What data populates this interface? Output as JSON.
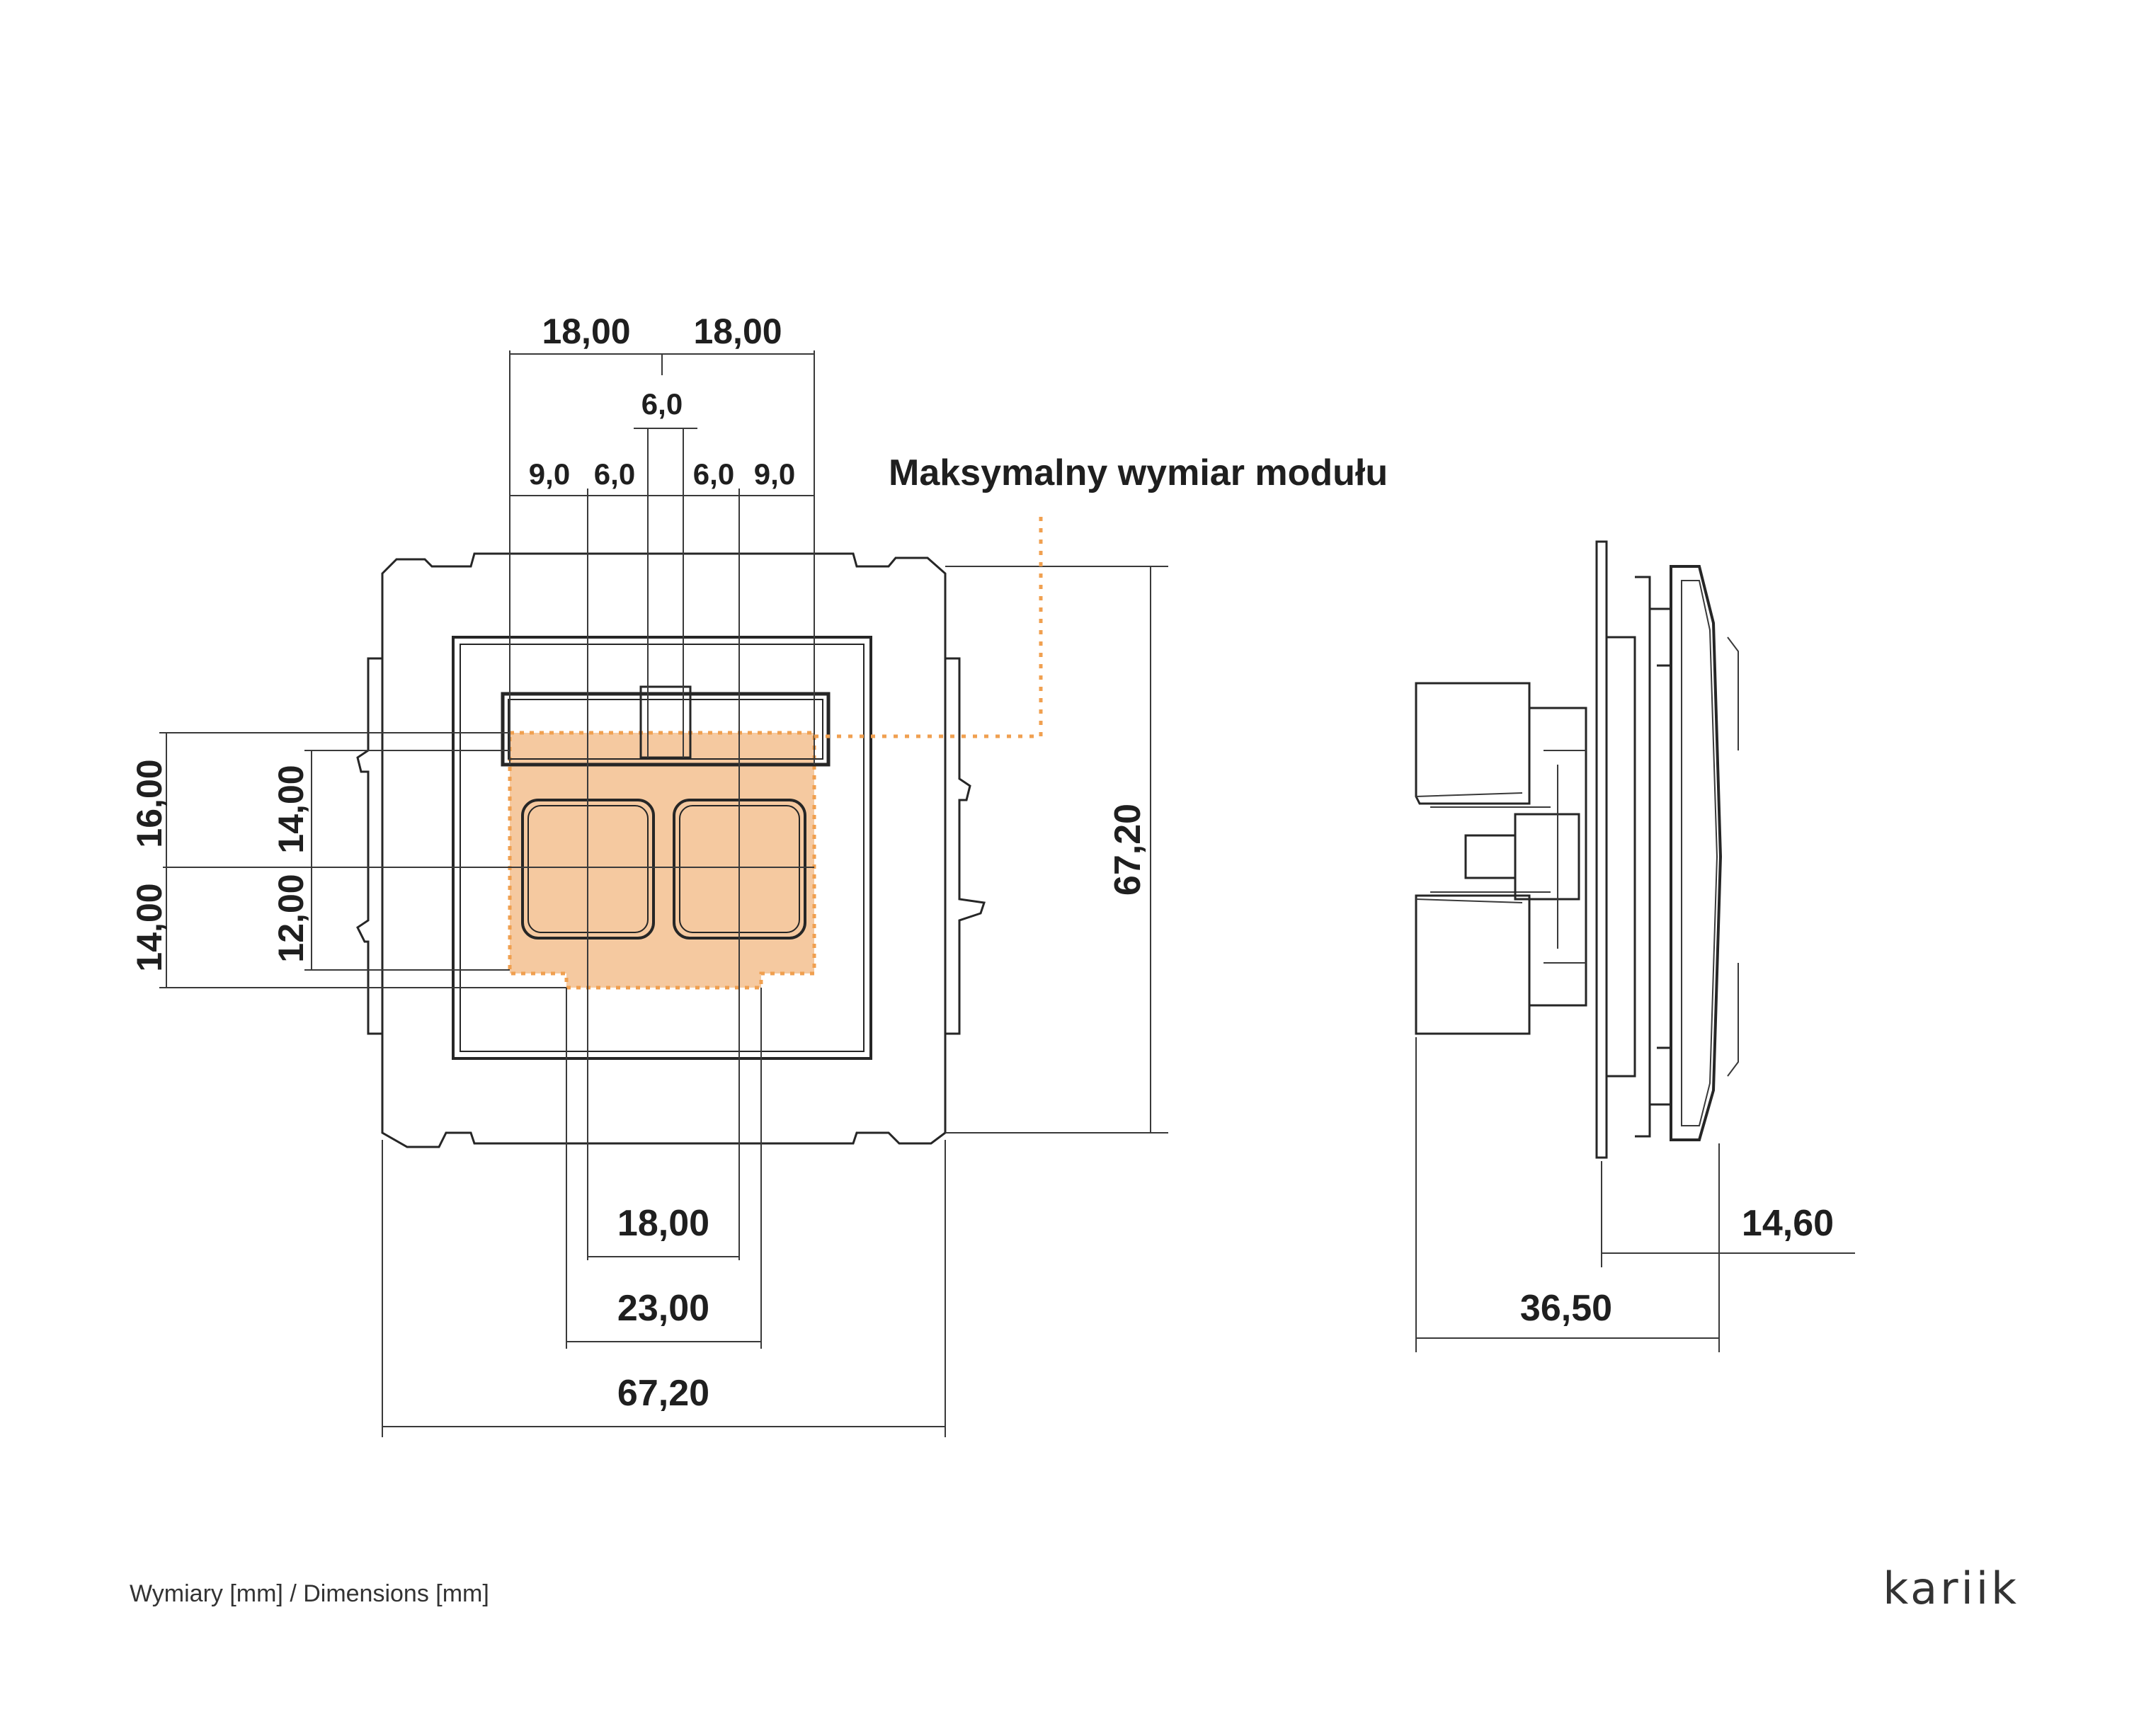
{
  "title": "Maksymalny wymiar modułu",
  "footer": {
    "note": "Wymiary [mm] / Dimensions [mm]",
    "brand": "kariik"
  },
  "colors": {
    "accent": "#f0a050",
    "fill": "#f5c9a0",
    "line": "#262626"
  },
  "front_view": {
    "top_dims": {
      "left": "18,00",
      "right": "18,00",
      "center_gap": "6,0",
      "sub": [
        "9,0",
        "6,0",
        "6,0",
        "9,0"
      ]
    },
    "left_dims": {
      "outer_top": "16,00",
      "outer_bottom": "14,00",
      "inner_top": "14,00",
      "inner_bottom": "12,00"
    },
    "right_dim": "67,20",
    "bottom_dims": {
      "centers": "18,00",
      "module": "23,00",
      "overall": "67,20"
    }
  },
  "side_view": {
    "depth_front": "14,60",
    "depth_total": "36,50"
  }
}
